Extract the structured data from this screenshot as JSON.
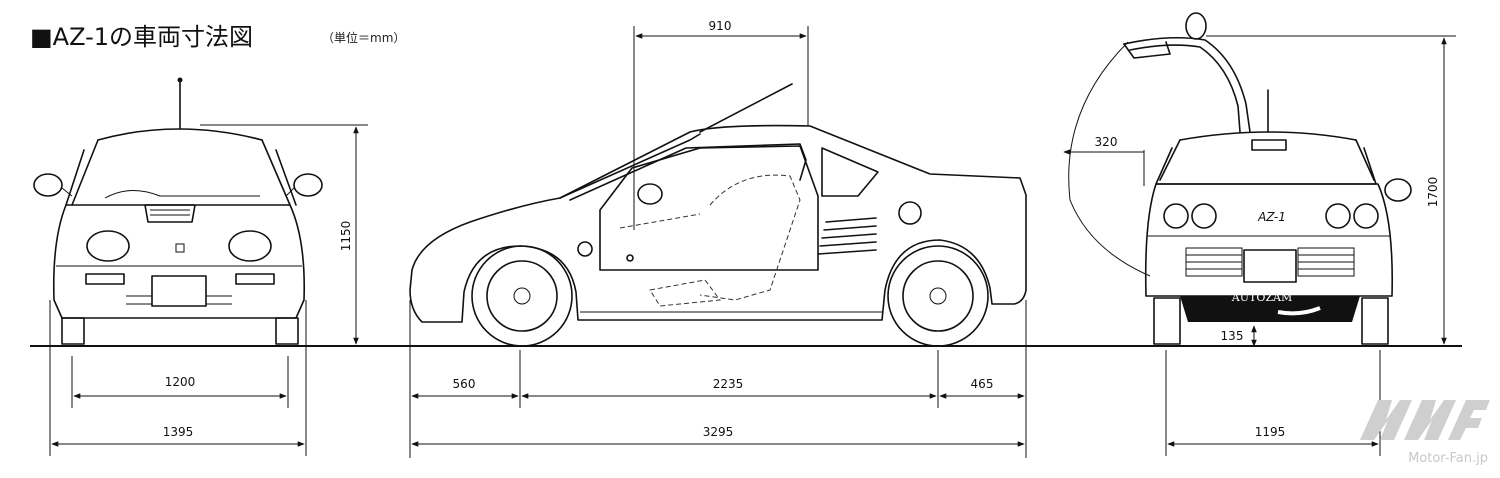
{
  "title": "■AZ-1の車両寸法図",
  "unit_note": "（単位＝mm）",
  "dimensions": {
    "front_track": "1200",
    "overall_width": "1395",
    "overall_height": "1150",
    "roof_span": "910",
    "front_overhang": "560",
    "wheelbase": "2235",
    "rear_overhang": "465",
    "overall_length": "3295",
    "door_offset": "320",
    "door_open_height": "1700",
    "ground_clearance": "135",
    "rear_track": "1195"
  },
  "badges": {
    "rear_model": "AZ-1",
    "rear_brand": "AUTOZAM"
  },
  "watermark": {
    "text": "Motor-Fan.jp"
  }
}
